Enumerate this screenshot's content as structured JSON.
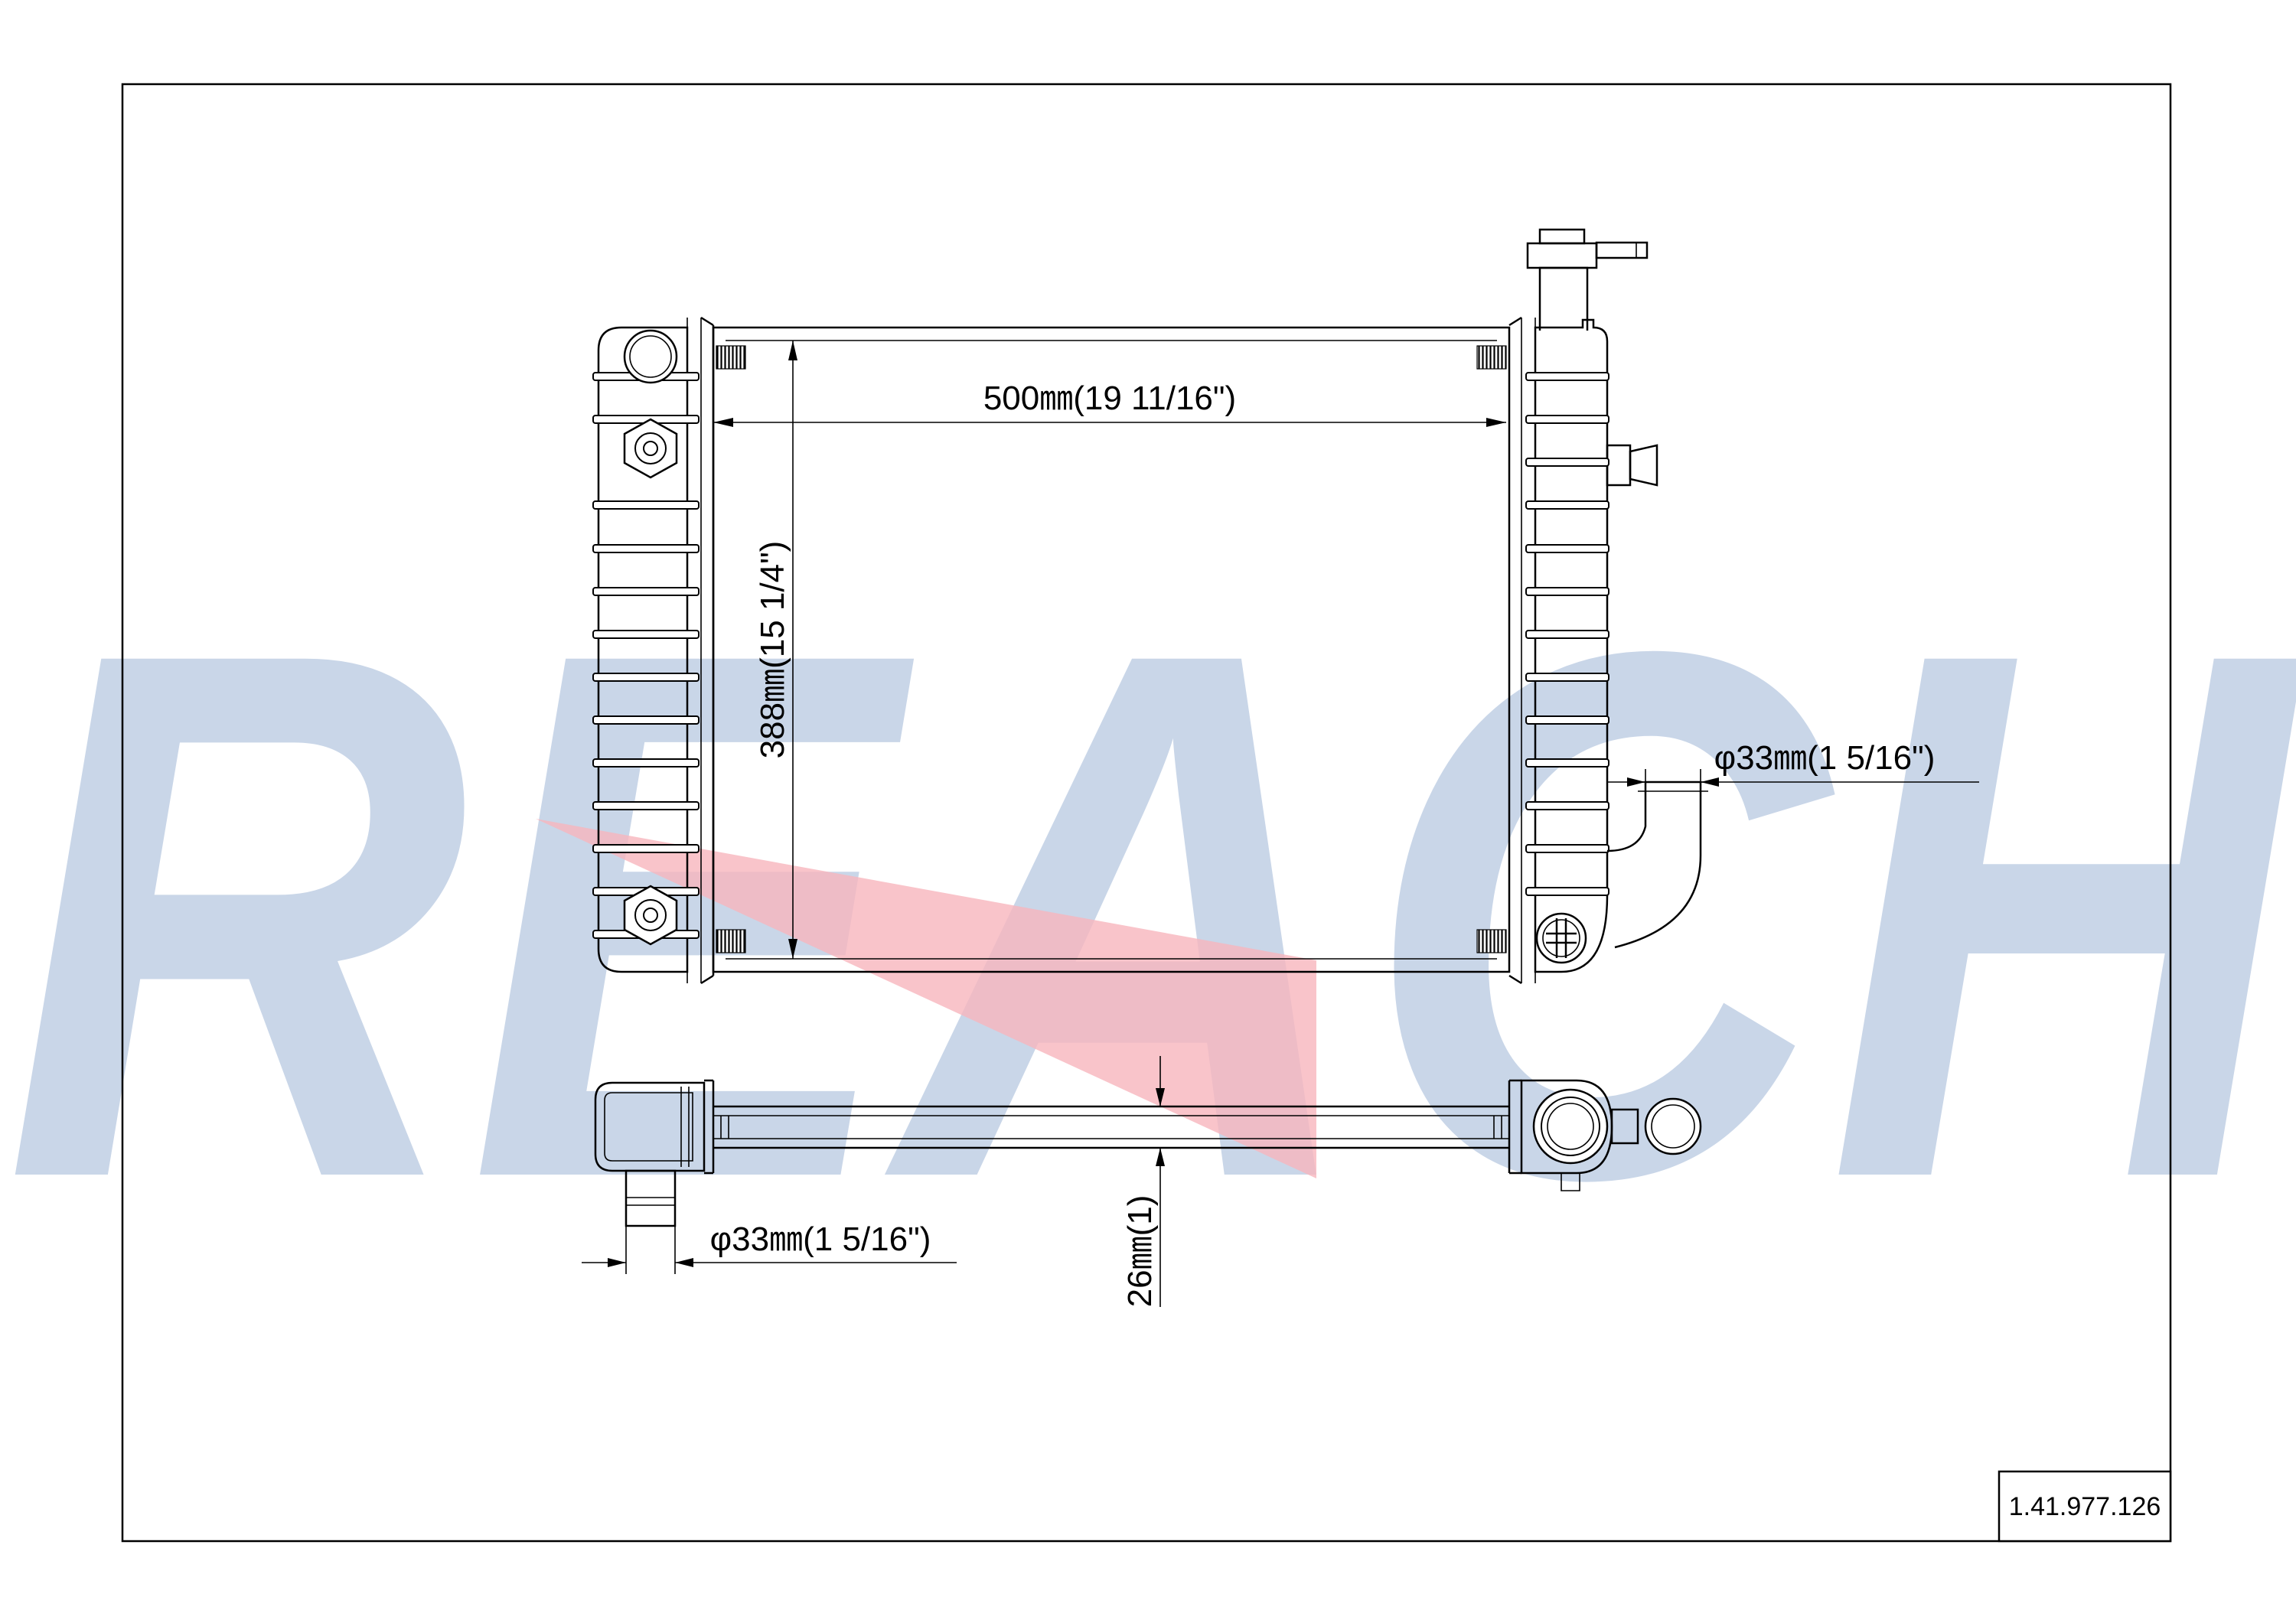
{
  "watermark": {
    "text": "REACH",
    "color": "#c9d6e8",
    "accent_color": "#f7b5bd"
  },
  "dimensions": {
    "width": "500㎜(19 11/16\")",
    "height": "388㎜(15 1/4\")",
    "outlet_diameter": "φ33㎜(1 5/16\")",
    "inlet_diameter": "φ33㎜(1 5/16\")",
    "core_thickness": "26㎜(1)"
  },
  "part_number": "1.41.977.126"
}
